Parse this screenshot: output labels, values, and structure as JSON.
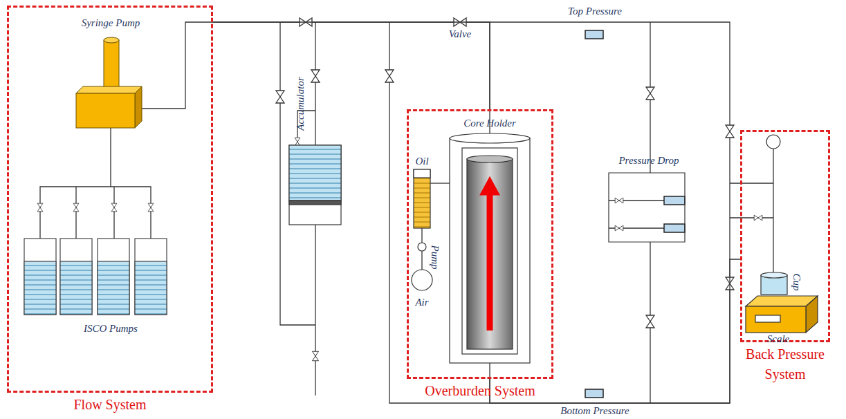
{
  "diagram": {
    "nodes": [
      {
        "text": [
          "Flow System"
        ]
      },
      {
        "text": [
          "Overburden System"
        ]
      },
      {
        "text": [
          "Back Pressure System"
        ]
      }
    ],
    "edges": [
      {
        "from": 0,
        "to": 1,
        "arrow": "none"
      },
      {
        "from": 1,
        "to": 2,
        "arrow": "none"
      }
    ],
    "labels": [
      "Syringe Pump",
      "ISCO Pumps",
      "Valve",
      "Top Pressure",
      "Accumulator",
      "Core Holder",
      "Oil",
      "Pump",
      "Air",
      "Pressure Drop",
      "Cup",
      "Scale",
      "Bottom Pressure"
    ]
  }
}
